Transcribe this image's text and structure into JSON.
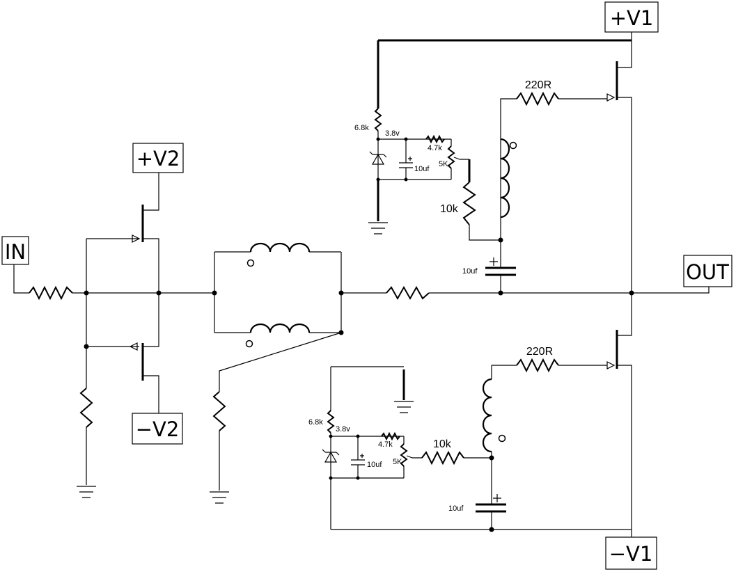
{
  "terminals": {
    "in": "IN",
    "out": "OUT",
    "pos_v1": "+V1",
    "neg_v1": "−V1",
    "pos_v2": "+V2",
    "neg_v2": "−V2"
  },
  "upper_bias": {
    "r_top": "6.8k",
    "zener_v": "3.8v",
    "r_mid": "4.7k",
    "pot": "5K",
    "cap": "10uf",
    "r_gate": "10k",
    "r_out": "220R",
    "cap_out": "10uf"
  },
  "lower_bias": {
    "r_top": "6.8k",
    "zener_v": "3.8v",
    "r_mid": "4.7k",
    "pot": "5K",
    "cap": "10uf",
    "r_gate": "10k",
    "r_out": "220R",
    "cap_out": "10uf"
  }
}
